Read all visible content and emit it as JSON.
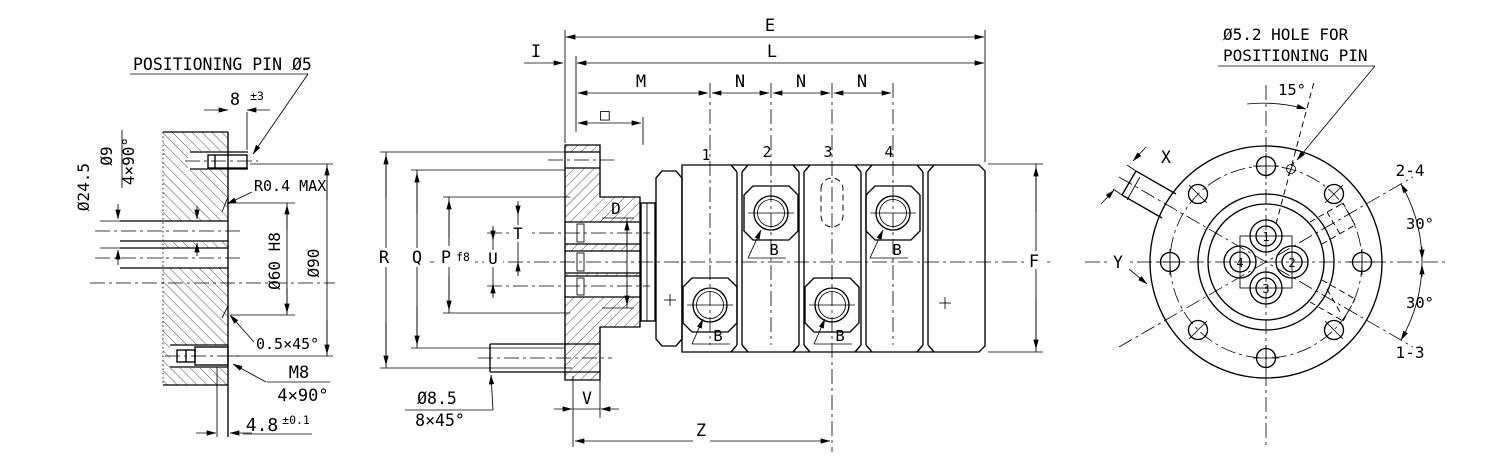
{
  "left_view": {
    "note_positioning_pin": "POSITIONING PIN Ø5",
    "dim_pin_protrusion": "8",
    "tol_pin_protrusion": "±3",
    "dim_hole_d9": "Ø9",
    "dim_hole_d9_qty": "4×90°",
    "dim_d245": "Ø24.5",
    "note_r04": "R0.4 MAX",
    "dim_d60": "Ø60 H8",
    "dim_d90": "Ø90",
    "note_chamfer": "0.5×45°",
    "dim_m8": "M8",
    "dim_m8_qty": "4×90°",
    "dim_48": "4.8",
    "tol_48": "±0.1"
  },
  "middle_view": {
    "dim_e": "E",
    "dim_l": "L",
    "dim_i": "I",
    "dim_m": "M",
    "dim_n": "N",
    "dim_square": "□",
    "ports": [
      "1",
      "2",
      "3",
      "4"
    ],
    "port_label": "B",
    "dim_r": "R",
    "dim_q": "Q",
    "dim_p": "P",
    "dim_p_fit": "f8",
    "dim_u": "U",
    "dim_t": "T",
    "dim_d": "D",
    "dim_f": "F",
    "dim_v": "V",
    "dim_z": "Z",
    "dim_d85": "Ø8.5",
    "dim_ch85": "8×45°"
  },
  "right_view": {
    "note_hole_line1": "Ø5.2 HOLE FOR",
    "note_hole_line2": "POSITIONING PIN",
    "dim_15": "15°",
    "dim_x": "X",
    "dim_y": "Y",
    "label_24": "2-4",
    "dim_30_upper": "30°",
    "dim_30_lower": "30°",
    "label_13": "1-3",
    "ports": [
      "1",
      "2",
      "3",
      "4"
    ]
  },
  "colors": {
    "line": "#000000",
    "background": "#ffffff"
  }
}
